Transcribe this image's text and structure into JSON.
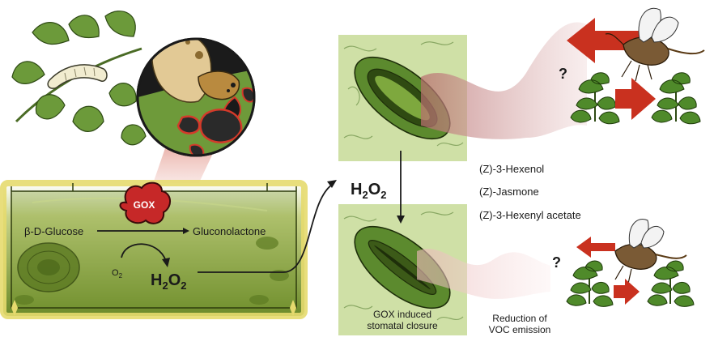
{
  "cell": {
    "glucose": "β-D-Glucose",
    "gluconolactone": "Gluconolactone",
    "o2_base": "O",
    "o2_sub": "2",
    "enzyme": "GOX"
  },
  "h2o2": {
    "base_h": "H",
    "sub_2a": "2",
    "base_o": "O",
    "sub_2b": "2"
  },
  "voc": {
    "item1": "(Z)-3-Hexenol",
    "item2": "(Z)-Jasmone",
    "item3": "(Z)-3-Hexenyl acetate"
  },
  "stomata": {
    "closure_line1": "GOX induced",
    "closure_line2": "stomatal closure"
  },
  "emission": {
    "line1": "Reduction of",
    "line2": "VOC emission"
  },
  "question_mark": "?",
  "colors": {
    "leaf_green": "#5c8a2e",
    "cell_green": "#6f8f2f",
    "panel_green": "#cfe0a6",
    "arrow_red": "#c9311f",
    "gox_red": "#c62828"
  }
}
